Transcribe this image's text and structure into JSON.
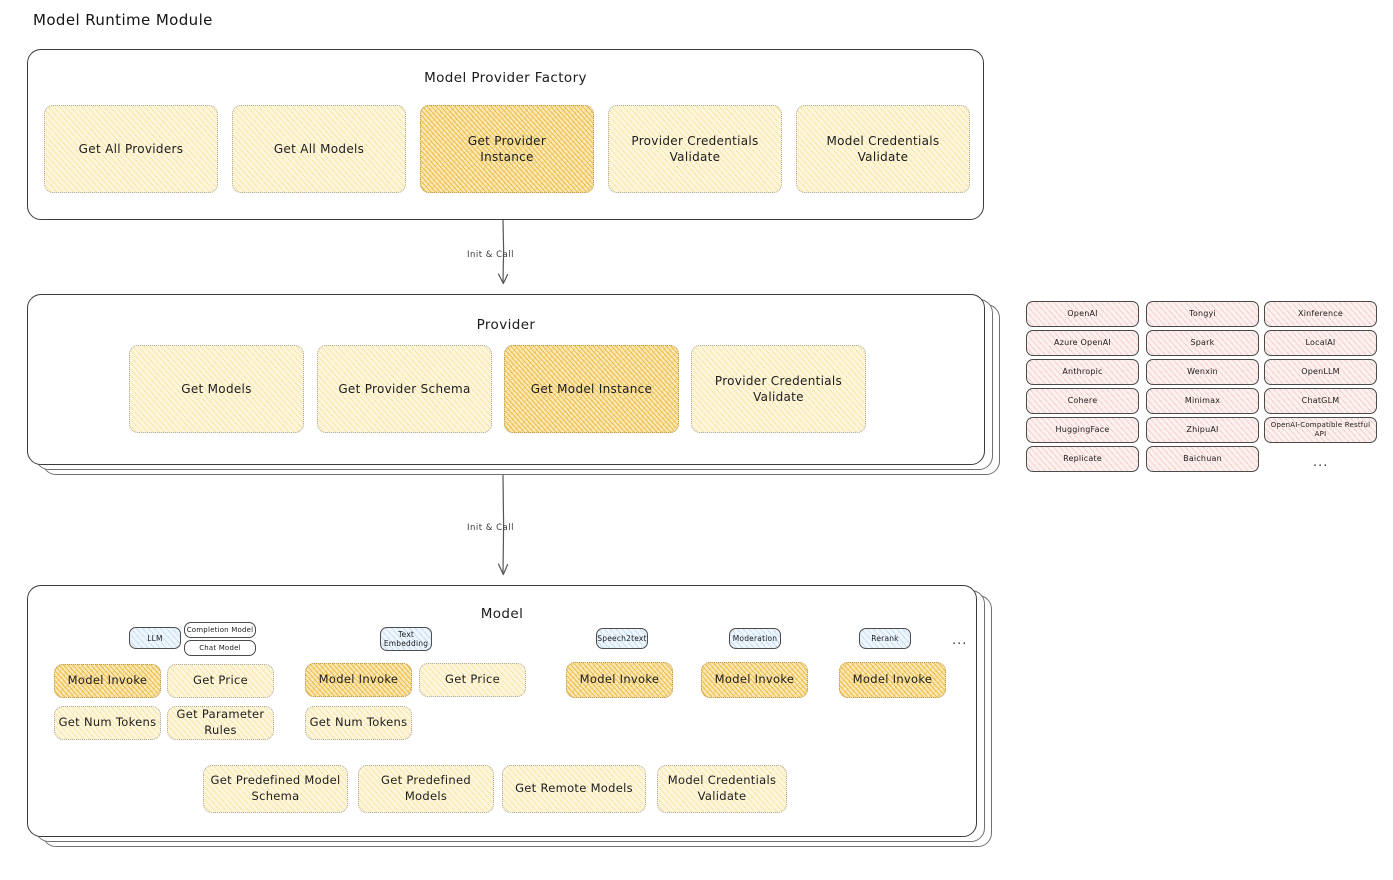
{
  "page": {
    "title": "Model Runtime Module"
  },
  "factory": {
    "label": "Model Provider Factory",
    "nodes": [
      {
        "label": "Get All Providers",
        "highlight": false
      },
      {
        "label": "Get All Models",
        "highlight": false
      },
      {
        "label": "Get Provider Instance",
        "highlight": true
      },
      {
        "label": "Provider Credentials Validate",
        "highlight": false
      },
      {
        "label": "Model Credentials Validate",
        "highlight": false
      }
    ]
  },
  "arrows": [
    {
      "label": "Init & Call"
    },
    {
      "label": "Init & Call"
    }
  ],
  "provider": {
    "label": "Provider",
    "nodes": [
      {
        "label": "Get Models",
        "highlight": false
      },
      {
        "label": "Get Provider Schema",
        "highlight": false
      },
      {
        "label": "Get Model Instance",
        "highlight": true
      },
      {
        "label": "Provider Credentials Validate",
        "highlight": false
      }
    ]
  },
  "provider_list": {
    "columns": [
      [
        "OpenAI",
        "Azure OpenAI",
        "Anthropic",
        "Cohere",
        "HuggingFace",
        "Replicate"
      ],
      [
        "Tongyi",
        "Spark",
        "Wenxin",
        "Minimax",
        "ZhipuAI",
        "Baichuan"
      ],
      [
        "Xinference",
        "LocalAI",
        "OpenLLM",
        "ChatGLM",
        "OpenAI-Compatible Restful API"
      ]
    ],
    "more": "..."
  },
  "model": {
    "label": "Model",
    "more": "...",
    "types": [
      {
        "badge": "LLM",
        "sub_chips": [
          "Completion Model",
          "Chat Model"
        ],
        "methods": [
          {
            "label": "Model Invoke",
            "highlight": true
          },
          {
            "label": "Get Price",
            "highlight": false
          },
          {
            "label": "Get Num Tokens",
            "highlight": false
          },
          {
            "label": "Get Parameter Rules",
            "highlight": false
          }
        ]
      },
      {
        "badge": "Text Embedding",
        "sub_chips": [],
        "methods": [
          {
            "label": "Model Invoke",
            "highlight": true
          },
          {
            "label": "Get Price",
            "highlight": false
          },
          {
            "label": "Get Num Tokens",
            "highlight": false
          }
        ]
      },
      {
        "badge": "Speech2text",
        "sub_chips": [],
        "methods": [
          {
            "label": "Model Invoke",
            "highlight": true
          }
        ]
      },
      {
        "badge": "Moderation",
        "sub_chips": [],
        "methods": [
          {
            "label": "Model Invoke",
            "highlight": true
          }
        ]
      },
      {
        "badge": "Rerank",
        "sub_chips": [],
        "methods": [
          {
            "label": "Model Invoke",
            "highlight": true
          }
        ]
      }
    ],
    "shared_methods": [
      {
        "label": "Get Predefined Model Schema"
      },
      {
        "label": "Get Predefined Models"
      },
      {
        "label": "Get Remote Models"
      },
      {
        "label": "Model Credentials Validate"
      }
    ]
  },
  "colors": {
    "node_fill_light": "#fdf6dd",
    "node_fill_highlight": "#fbe9b6",
    "provider_chip_fill": "#fdf1f0",
    "model_badge_fill": "#eef6fd",
    "panel_border": "#3b3b3b",
    "text": "#1d1d1d"
  }
}
